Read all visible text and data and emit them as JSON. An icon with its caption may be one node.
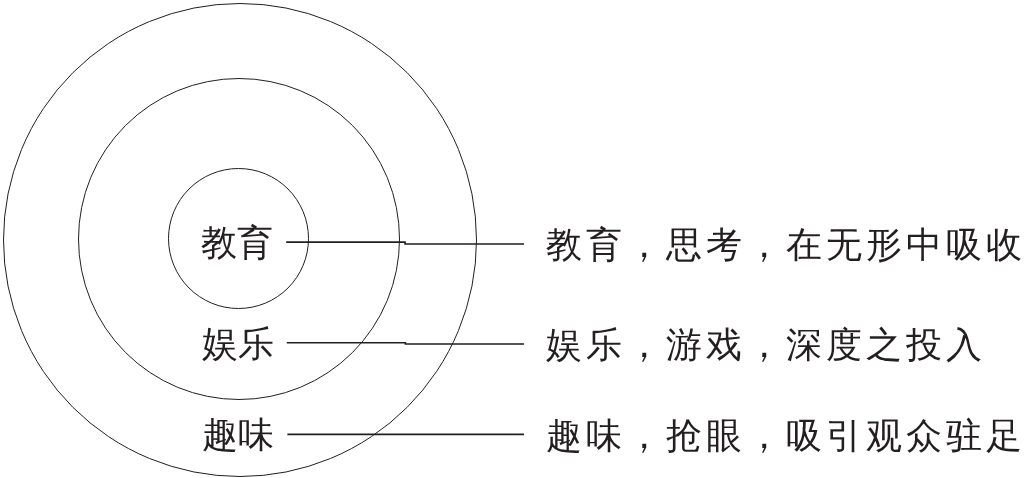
{
  "diagram": {
    "nodes": [
      {
        "text": [
          "趣味"
        ]
      },
      {
        "text": [
          "娱乐"
        ],
        "in": 0
      },
      {
        "text": [
          "教育"
        ],
        "in": 1
      },
      {
        "text": [
          "教育，思考，在无形中吸收"
        ]
      },
      {
        "text": [
          "娱乐，游戏，深度之投入"
        ]
      },
      {
        "text": [
          "趣味，抢眼，吸引观众驻足"
        ]
      }
    ],
    "edges": [
      {
        "from": 2,
        "to": 3,
        "arrow": "none"
      },
      {
        "from": 1,
        "to": 4,
        "arrow": "none"
      },
      {
        "from": 0,
        "to": 5,
        "arrow": "none"
      }
    ]
  }
}
